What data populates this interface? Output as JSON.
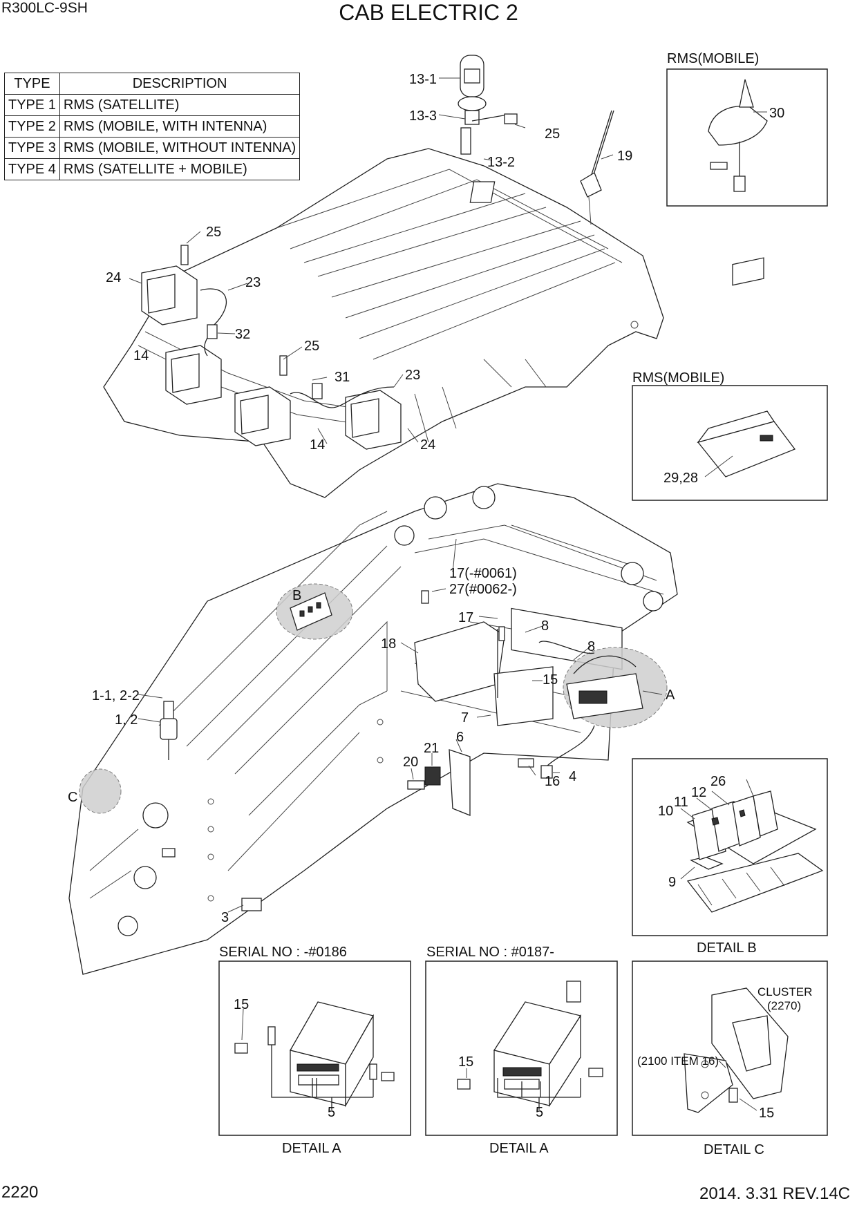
{
  "header": {
    "model": "R300LC-9SH",
    "title": "CAB ELECTRIC 2"
  },
  "footer": {
    "page": "2220",
    "revision": "2014. 3.31  REV.14C"
  },
  "type_table": {
    "headers": [
      "TYPE",
      "DESCRIPTION"
    ],
    "rows": [
      [
        "TYPE 1",
        "RMS (SATELLITE)"
      ],
      [
        "TYPE 2",
        "RMS (MOBILE, WITH INTENNA)"
      ],
      [
        "TYPE 3",
        "RMS (MOBILE, WITHOUT INTENNA)"
      ],
      [
        "TYPE 4",
        "RMS (SATELLITE + MOBILE)"
      ]
    ]
  },
  "panels": {
    "rms_antenna": {
      "title": "RMS(MOBILE)",
      "callouts": [
        "30"
      ]
    },
    "rms_unit": {
      "title": "RMS(MOBILE)",
      "callouts": [
        "29,28"
      ]
    },
    "detail_b": {
      "caption": "DETAIL B",
      "callouts": [
        "26",
        "12",
        "11",
        "10",
        "9"
      ]
    },
    "detail_a1": {
      "serial": "SERIAL NO : -#0186",
      "caption": "DETAIL A",
      "callouts": [
        "15",
        "5"
      ]
    },
    "detail_a2": {
      "serial": "SERIAL NO : #0187-",
      "caption": "DETAIL A",
      "callouts": [
        "15",
        "5"
      ]
    },
    "detail_c": {
      "caption": "DETAIL C",
      "cluster": "CLUSTER",
      "cluster_ref": "(2270)",
      "bracket_ref": "(2100 ITEM 16)",
      "callouts": [
        "15"
      ]
    }
  },
  "roof_callouts": [
    "13-1",
    "13-3",
    "25",
    "13-2",
    "19",
    "25",
    "24",
    "23",
    "32",
    "14",
    "25",
    "31",
    "23",
    "14",
    "24"
  ],
  "cab_callouts": [
    "B",
    "17(-#0061)",
    "27(#0062-)",
    "17",
    "8",
    "18",
    "8",
    "15",
    "A",
    "7",
    "1-1, 2-2",
    "1, 2",
    "6",
    "21",
    "20",
    "16",
    "4",
    "C",
    "3"
  ]
}
